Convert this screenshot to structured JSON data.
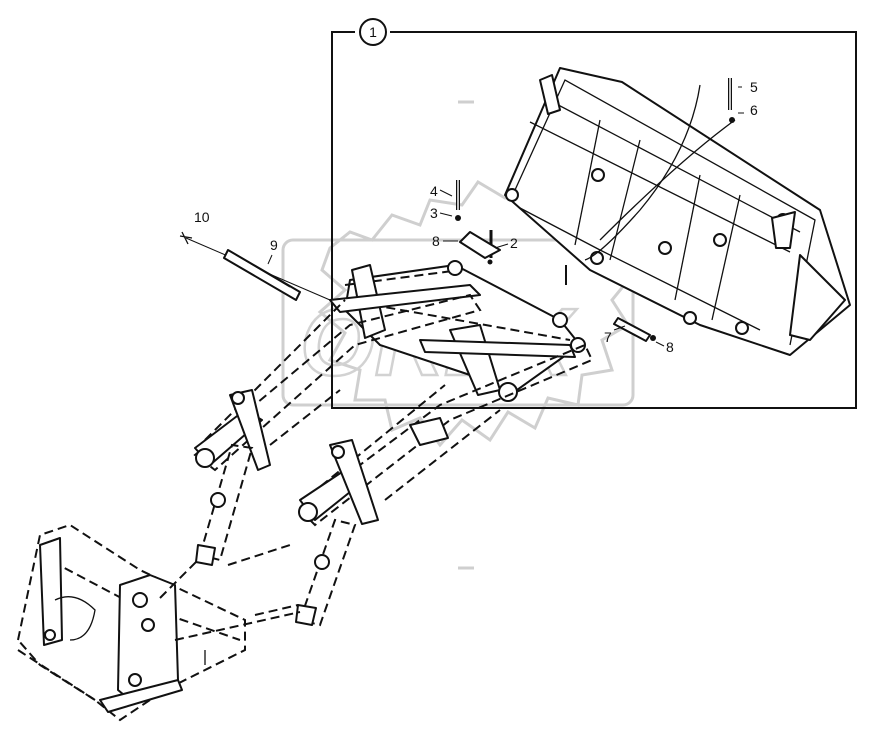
{
  "group_callout": "1",
  "callouts": [
    {
      "id": "callout-2",
      "label": "2"
    },
    {
      "id": "callout-3",
      "label": "3"
    },
    {
      "id": "callout-4",
      "label": "4"
    },
    {
      "id": "callout-5",
      "label": "5"
    },
    {
      "id": "callout-6",
      "label": "6"
    },
    {
      "id": "callout-7",
      "label": "7"
    },
    {
      "id": "callout-8a",
      "label": "8"
    },
    {
      "id": "callout-8b",
      "label": "8"
    },
    {
      "id": "callout-9",
      "label": "9"
    },
    {
      "id": "callout-10",
      "label": "10"
    }
  ],
  "watermark": {
    "text": "OREX",
    "color": "#d2d2d2"
  },
  "colors": {
    "line": "#111111",
    "background": "#ffffff",
    "watermark": "#cfcfcf"
  }
}
